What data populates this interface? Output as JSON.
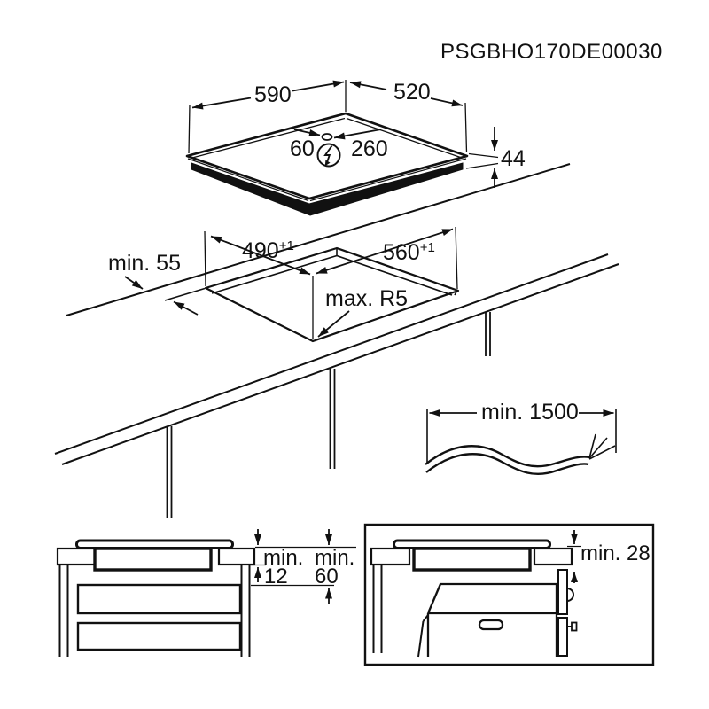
{
  "title": "PSGBHO170DE00030",
  "hob_top_view": {
    "width": "590",
    "depth": "520",
    "cable_offset_left": "60",
    "cable_offset_right": "260",
    "height": "44"
  },
  "cutout_view": {
    "rear_clearance": "min. 55",
    "cut_depth": "490",
    "cut_depth_tolerance": "+1",
    "cut_width": "560",
    "cut_width_tolerance": "+1",
    "corner_radius": "max. R5"
  },
  "cable_view": {
    "cable_length": "min. 1500"
  },
  "drawer_clearance_view": {
    "worktop_min_label": "min.",
    "worktop_min_value": "12",
    "drawer_min_label": "min.",
    "drawer_min_value": "60"
  },
  "oven_clearance_view": {
    "oven_clearance": "min. 28"
  },
  "colors": {
    "line": "#111111",
    "background": "#ffffff"
  }
}
